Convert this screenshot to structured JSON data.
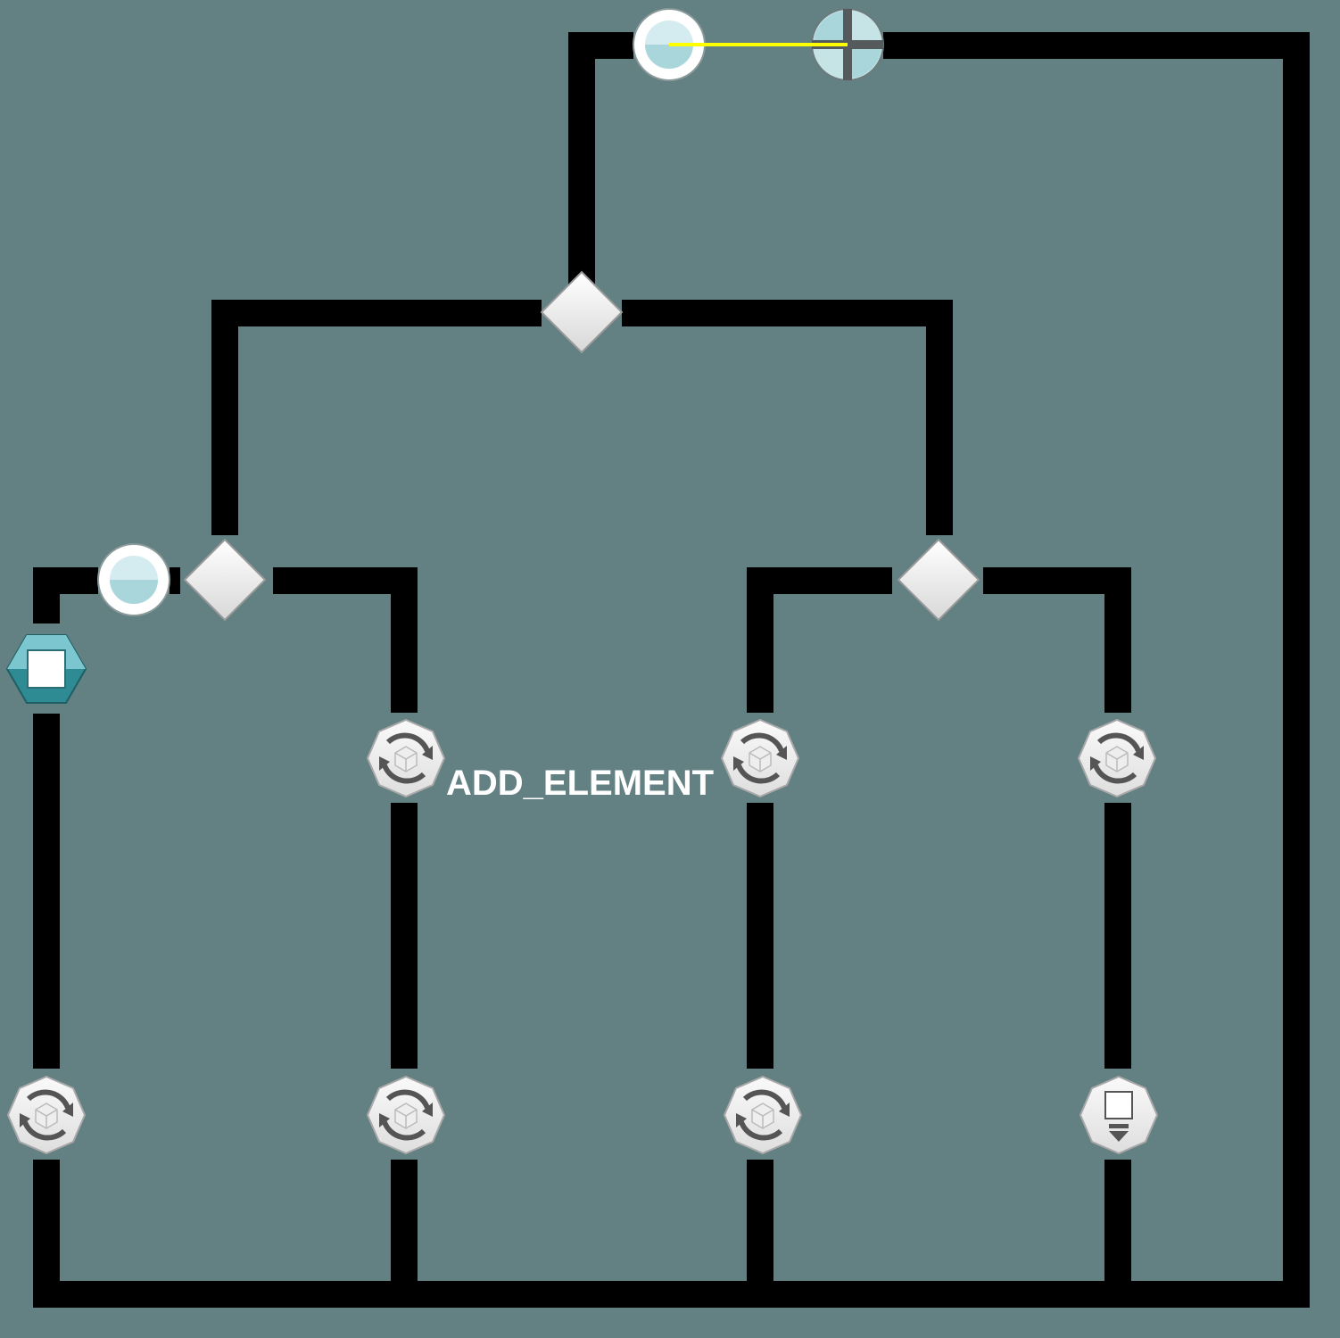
{
  "board": {
    "label": "ADD_ELEMENT",
    "background_color": "#638083",
    "track_color": "#000000",
    "highlight_color": "#ffff00"
  },
  "nodes": [
    {
      "kind": "start-orb",
      "icon": "orb-icon"
    },
    {
      "kind": "crosshair-target",
      "icon": "crosshair-icon"
    },
    {
      "kind": "branch-diamond",
      "icon": "diamond-icon"
    },
    {
      "kind": "branch-diamond",
      "icon": "diamond-icon"
    },
    {
      "kind": "branch-diamond",
      "icon": "diamond-icon"
    },
    {
      "kind": "orb",
      "icon": "orb-icon"
    },
    {
      "kind": "stop-block",
      "icon": "hexagon-square-icon"
    },
    {
      "kind": "cycle-node",
      "icon": "cycle-cube-icon"
    },
    {
      "kind": "cycle-node",
      "icon": "cycle-cube-icon"
    },
    {
      "kind": "cycle-node",
      "icon": "cycle-cube-icon"
    },
    {
      "kind": "cycle-node",
      "icon": "cycle-cube-icon"
    },
    {
      "kind": "cycle-node",
      "icon": "cycle-cube-icon"
    },
    {
      "kind": "cycle-node",
      "icon": "cycle-cube-icon"
    },
    {
      "kind": "output-node",
      "icon": "square-arrow-down-icon"
    }
  ]
}
